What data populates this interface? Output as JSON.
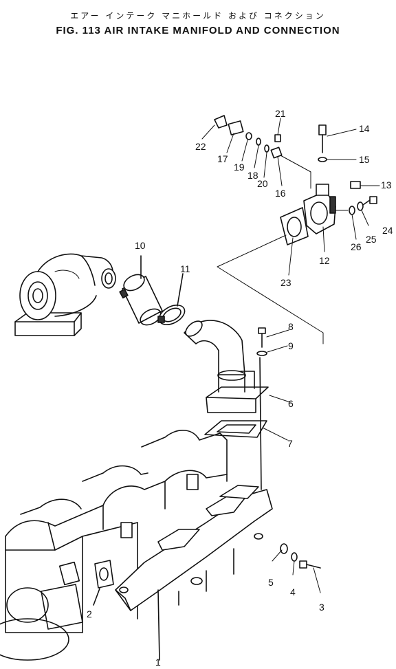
{
  "header": {
    "japanese_title": "エアー インテーク マニホールド および コネクション",
    "title": "FIG. 113  AIR INTAKE MANIFOLD AND CONNECTION"
  },
  "callouts": [
    {
      "id": "1",
      "label": "1"
    },
    {
      "id": "2",
      "label": "2"
    },
    {
      "id": "3",
      "label": "3"
    },
    {
      "id": "4",
      "label": "4"
    },
    {
      "id": "5",
      "label": "5"
    },
    {
      "id": "6",
      "label": "6"
    },
    {
      "id": "7",
      "label": "7"
    },
    {
      "id": "8",
      "label": "8"
    },
    {
      "id": "9",
      "label": "9"
    },
    {
      "id": "10",
      "label": "10"
    },
    {
      "id": "11",
      "label": "11"
    },
    {
      "id": "12",
      "label": "12"
    },
    {
      "id": "13",
      "label": "13"
    },
    {
      "id": "14",
      "label": "14"
    },
    {
      "id": "15",
      "label": "15"
    },
    {
      "id": "16",
      "label": "16"
    },
    {
      "id": "17",
      "label": "17"
    },
    {
      "id": "18",
      "label": "18"
    },
    {
      "id": "19",
      "label": "19"
    },
    {
      "id": "20",
      "label": "20"
    },
    {
      "id": "21",
      "label": "21"
    },
    {
      "id": "22",
      "label": "22"
    },
    {
      "id": "23",
      "label": "23"
    },
    {
      "id": "24",
      "label": "24"
    },
    {
      "id": "25",
      "label": "25"
    },
    {
      "id": "26",
      "label": "26"
    }
  ]
}
